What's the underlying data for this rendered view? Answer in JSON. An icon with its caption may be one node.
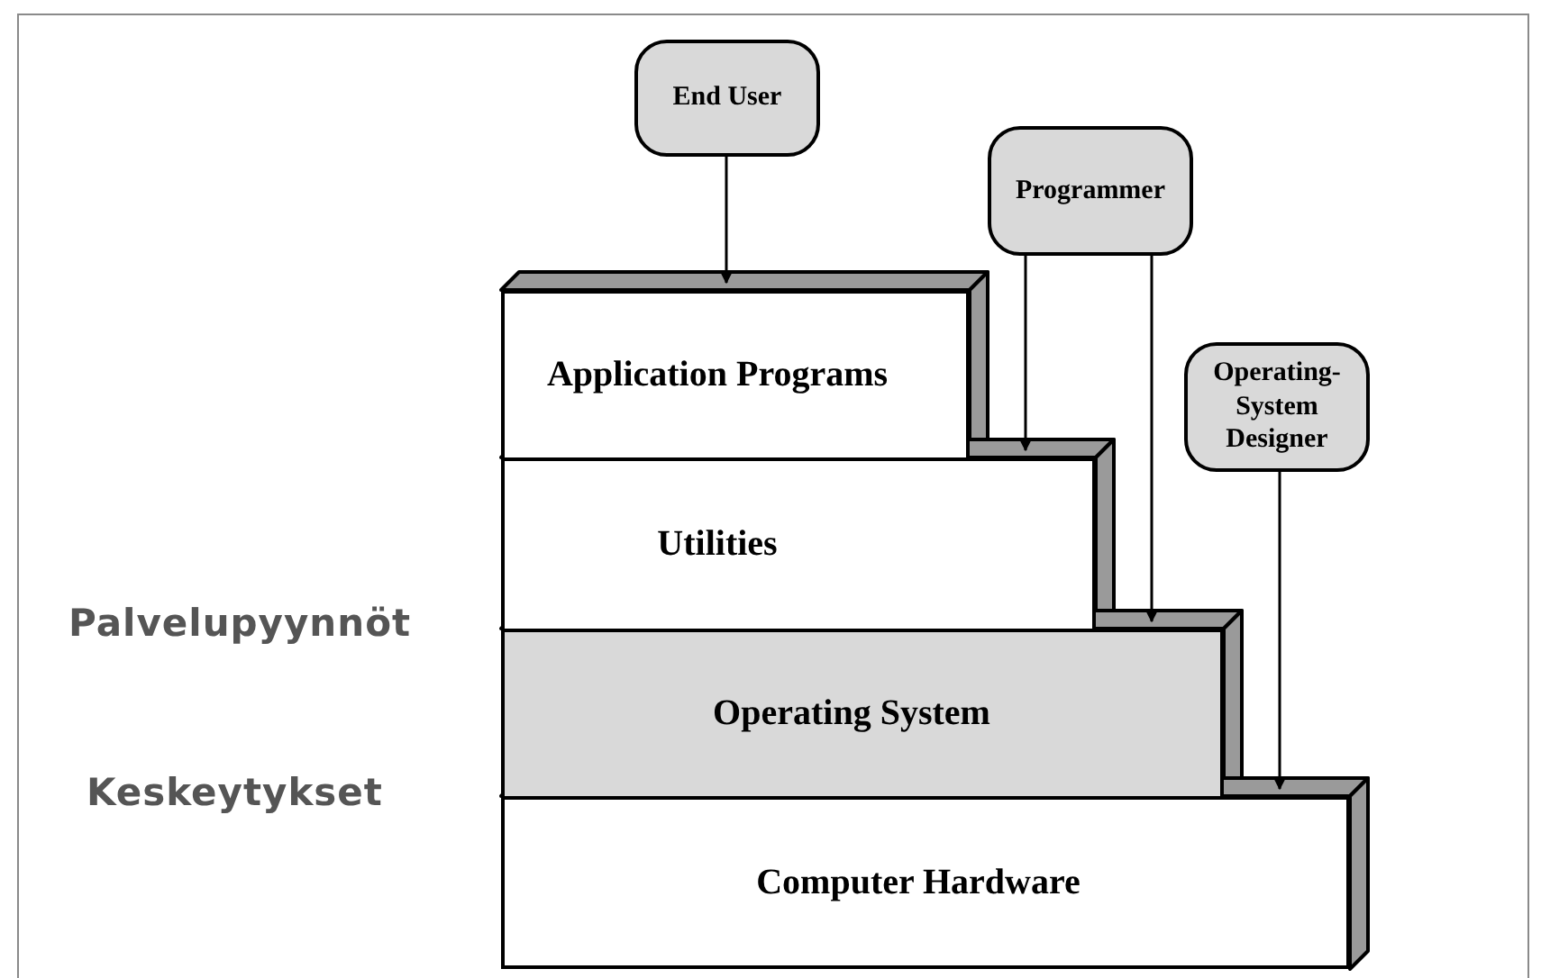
{
  "diagram": {
    "nodes": [
      {
        "text": [
          "End User"
        ]
      },
      {
        "text": [
          "Programmer"
        ]
      },
      {
        "text": [
          "Operating-System Designer"
        ]
      },
      {
        "text": [
          "Application Programs"
        ]
      },
      {
        "text": [
          "Utilities"
        ]
      },
      {
        "text": [
          "Operating System"
        ]
      },
      {
        "text": [
          "Computer Hardware"
        ]
      }
    ],
    "edges": [
      {
        "from": 0,
        "to": 3,
        "arrow": "to"
      },
      {
        "from": 1,
        "to": 4,
        "arrow": "to"
      },
      {
        "from": 1,
        "to": 5,
        "arrow": "to"
      },
      {
        "from": 2,
        "to": 6,
        "arrow": "to"
      }
    ],
    "labels": [
      "Palvelupyynnöt",
      "Keskeytykset"
    ]
  }
}
